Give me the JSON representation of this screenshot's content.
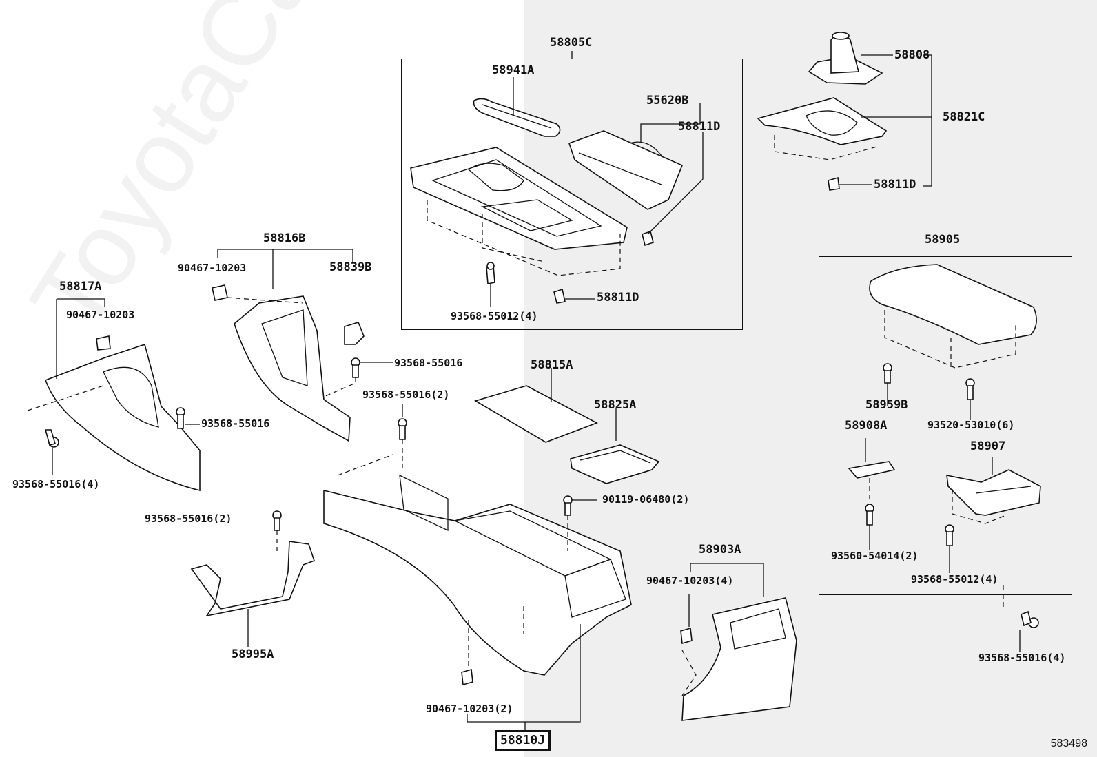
{
  "diagram_id": "583498",
  "watermark": "ToyotaCarWire.ru",
  "main_part": "58810J",
  "groups": {
    "shift_panel": "58805C",
    "console_box": "58905",
    "rear_panel": "58816B",
    "lower_panel": "58903A"
  },
  "labels": {
    "l58941A": "58941A",
    "l55620B": "55620B",
    "l58811D_a": "58811D",
    "l58811D_b": "58811D",
    "l58811D_c": "58811D",
    "l93568_55012_4a": "93568-55012(4)",
    "l58808": "58808",
    "l58821C": "58821C",
    "l90467_10203_a": "90467-10203",
    "l58839B": "58839B",
    "l58817A": "58817A",
    "l90467_10203_b": "90467-10203",
    "l93568_55016_a": "93568-55016",
    "l93568_55016_b": "93568-55016",
    "l93568_55016_4a": "93568-55016(4)",
    "l58815A": "58815A",
    "l58825A": "58825A",
    "l93568_55016_2a": "93568-55016(2)",
    "l93568_55016_2b": "93568-55016(2)",
    "l90119_06480_2": "90119-06480(2)",
    "l58995A": "58995A",
    "l90467_10203_4": "90467-10203(4)",
    "l90467_10203_2": "90467-10203(2)",
    "l58959B": "58959B",
    "l93520_53010_6": "93520-53010(6)",
    "l58908A": "58908A",
    "l58907": "58907",
    "l93560_54014_2": "93560-54014(2)",
    "l93568_55012_4b": "93568-55012(4)",
    "l93568_55016_4b": "93568-55016(4)"
  }
}
